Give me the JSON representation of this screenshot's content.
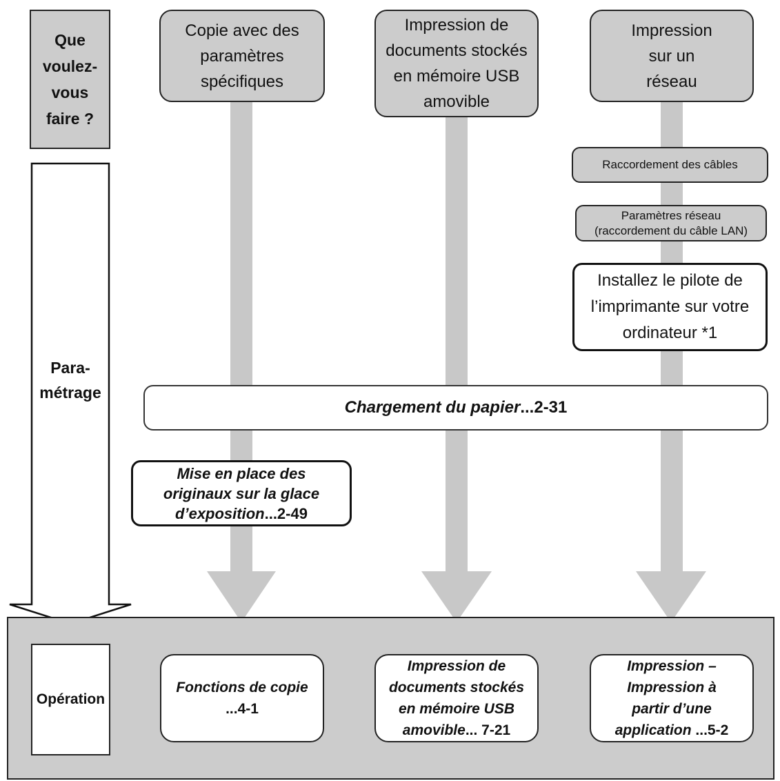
{
  "question": {
    "label": "Que\nvoulez-\nvous\nfaire ?"
  },
  "phase": {
    "setup": "Para-\nmétrage",
    "operation": "Opération"
  },
  "columns": [
    {
      "title": "Copie avec des\nparamètres\nspécifiques"
    },
    {
      "title": "Impression de\ndocuments stockés\nen mémoire USB\namovible"
    },
    {
      "title": "Impression\nsur un\nréseau"
    }
  ],
  "network_steps": {
    "cables": "Raccordement des câbles",
    "network_params": "Paramètres réseau\n(raccordement du câble LAN)",
    "install_driver": "Installez le pilote de\nl’imprimante sur votre\nordinateur   *1"
  },
  "paper": {
    "label": "Chargement du papier",
    "ref": "...2-31"
  },
  "originals": {
    "label": "Mise en place des\noriginaux sur la glace\nd’exposition",
    "ref": "...2-49"
  },
  "operations": [
    {
      "label": "Fonctions de copie",
      "ref": "...4-1"
    },
    {
      "label": "Impression de\ndocuments stockés\nen mémoire USB\namovible",
      "ref": "... 7-21"
    },
    {
      "label": "Impression –\nImpression à\npartir d’une\napplication",
      "ref": " ...5-2"
    }
  ],
  "colors": {
    "gray_fill": "#cccccc",
    "arrow_fill": "#c8c8c8",
    "outline": "#222222"
  }
}
